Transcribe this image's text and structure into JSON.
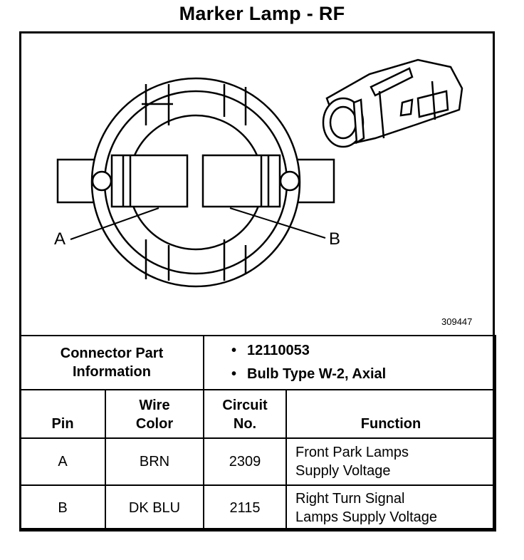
{
  "title": "Marker Lamp - RF",
  "figure": {
    "number": "309447",
    "callouts": {
      "a": "A",
      "b": "B"
    }
  },
  "connector_info": {
    "label_line1": "Connector Part",
    "label_line2": "Information",
    "bullet_glyph": "•",
    "items": [
      "12110053",
      "Bulb Type W-2, Axial"
    ]
  },
  "table": {
    "headers": {
      "pin": "Pin",
      "wire_line1": "Wire",
      "wire_line2": "Color",
      "circuit_line1": "Circuit",
      "circuit_line2": "No.",
      "function": "Function"
    },
    "rows": [
      {
        "pin": "A",
        "wire": "BRN",
        "circuit": "2309",
        "function_line1": "Front Park Lamps",
        "function_line2": "Supply Voltage"
      },
      {
        "pin": "B",
        "wire": "DK BLU",
        "circuit": "2115",
        "function_line1": "Right Turn Signal",
        "function_line2": "Lamps Supply Voltage"
      }
    ]
  }
}
